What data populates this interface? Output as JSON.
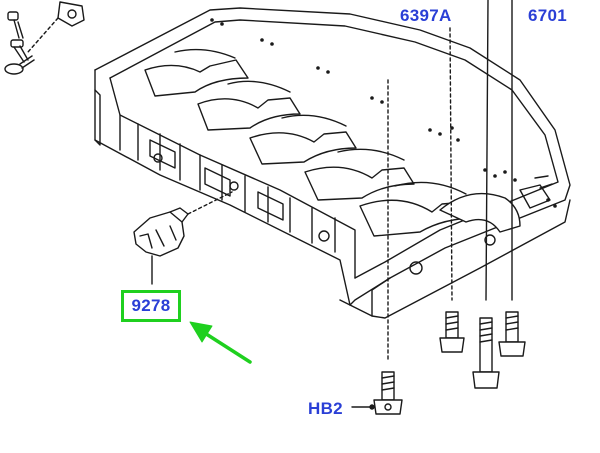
{
  "callouts": {
    "part_6397a": "6397A",
    "part_6701": "6701",
    "part_9278": "9278",
    "part_hb2": "HB2"
  },
  "highlight": {
    "target": "9278",
    "box_color": "#1fd01f",
    "arrow_color": "#1fd01f"
  },
  "colors": {
    "label_text": "#2a3fd6",
    "line_art": "#1a1a1a",
    "background": "#ffffff"
  }
}
